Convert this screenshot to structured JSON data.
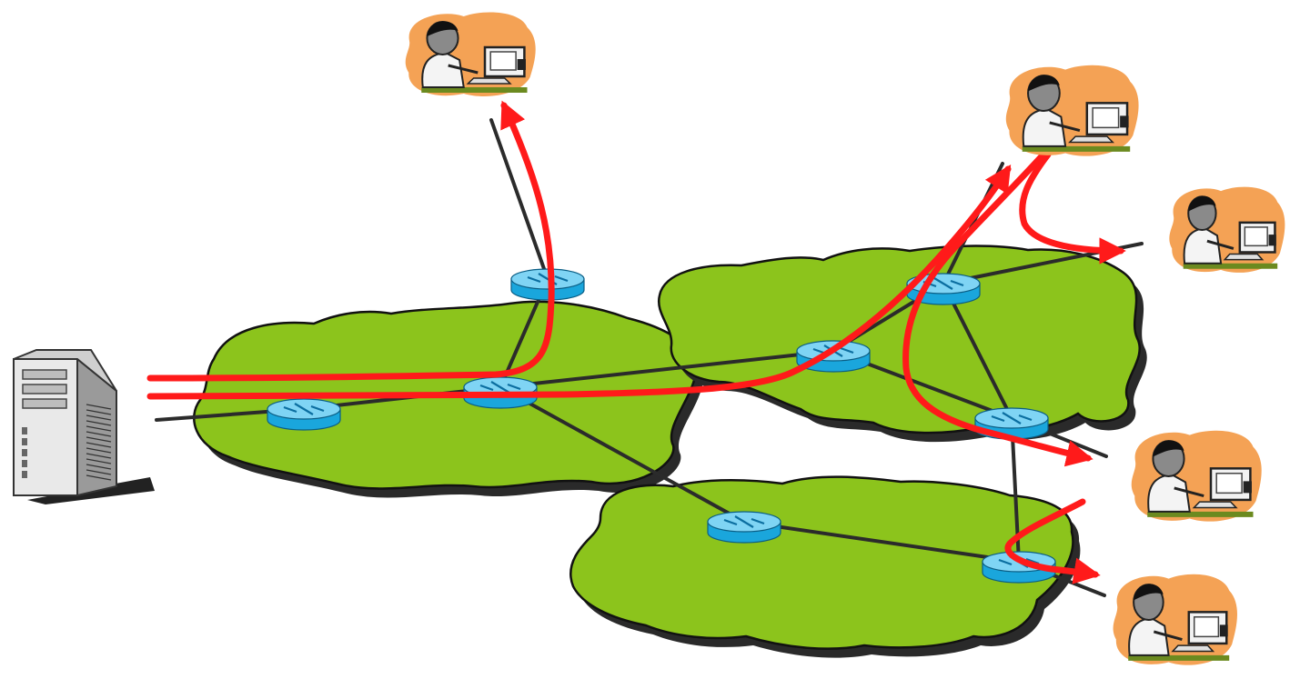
{
  "colors": {
    "background": "#ffffff",
    "network_fill": "#8cc41c",
    "network_outline": "#111111",
    "network_shadow": "#2a2a2a",
    "link": "#2b2b2b",
    "flow": "#ff1a1a",
    "router_body": "#1aa6dc",
    "router_top": "#7fd4f4",
    "user_backdrop": "#f4a255",
    "server_body": "#e9e9e9",
    "server_side": "#9a9a9a"
  },
  "networks": [
    {
      "id": "net-left",
      "name": "network-cloud-left"
    },
    {
      "id": "net-upper-right",
      "name": "network-cloud-upper-right"
    },
    {
      "id": "net-lower",
      "name": "network-cloud-lower"
    }
  ],
  "routers": [
    {
      "id": "r-top",
      "name": "router-top"
    },
    {
      "id": "r-left",
      "name": "router-left"
    },
    {
      "id": "r-center",
      "name": "router-center"
    },
    {
      "id": "r-mid",
      "name": "router-middle"
    },
    {
      "id": "r-ur",
      "name": "router-upper-right"
    },
    {
      "id": "r-right",
      "name": "router-right"
    },
    {
      "id": "r-lowmid",
      "name": "router-lower-middle"
    },
    {
      "id": "r-lowright",
      "name": "router-lower-right"
    }
  ],
  "hosts": [
    {
      "id": "server",
      "name": "server-icon",
      "kind": "server"
    },
    {
      "id": "u1",
      "name": "user-top-icon",
      "kind": "user"
    },
    {
      "id": "u2",
      "name": "user-upper-right-icon",
      "kind": "user"
    },
    {
      "id": "u3",
      "name": "user-right-icon",
      "kind": "user"
    },
    {
      "id": "u4",
      "name": "user-lower-right-icon",
      "kind": "user"
    },
    {
      "id": "u5",
      "name": "user-bottom-right-icon",
      "kind": "user"
    }
  ],
  "links": [
    {
      "from": "server",
      "to": "r-left"
    },
    {
      "from": "r-left",
      "to": "r-center"
    },
    {
      "from": "r-center",
      "to": "r-top"
    },
    {
      "from": "r-top",
      "to": "u1"
    },
    {
      "from": "r-center",
      "to": "r-mid"
    },
    {
      "from": "r-mid",
      "to": "r-ur"
    },
    {
      "from": "r-ur",
      "to": "u3"
    },
    {
      "from": "r-ur",
      "to": "u2"
    },
    {
      "from": "r-ur",
      "to": "r-right"
    },
    {
      "from": "r-mid",
      "to": "r-right"
    },
    {
      "from": "r-right",
      "to": "u4"
    },
    {
      "from": "r-right",
      "to": "r-lowright"
    },
    {
      "from": "r-center",
      "to": "r-lowmid"
    },
    {
      "from": "r-lowmid",
      "to": "r-lowright"
    },
    {
      "from": "r-lowright",
      "to": "u5"
    }
  ],
  "flows": [
    {
      "name": "multicast-flow-to-top-user",
      "destination": "u1"
    },
    {
      "name": "multicast-flow-to-upper-right-user",
      "destination": "u2"
    },
    {
      "name": "multicast-flow-to-right-user",
      "destination": "u3"
    },
    {
      "name": "multicast-flow-to-lower-right-user",
      "destination": "u4"
    },
    {
      "name": "multicast-flow-to-bottom-right-user",
      "destination": "u5"
    }
  ]
}
